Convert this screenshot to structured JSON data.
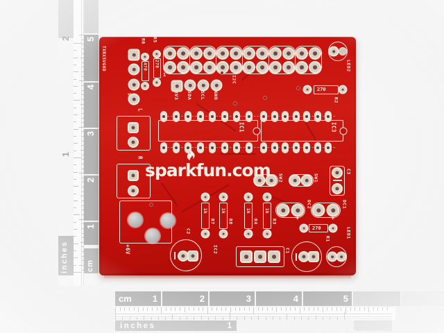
{
  "photo": {
    "subject": "Red SparkFun printed circuit board photographed on white with inch and centimeter rulers"
  },
  "pcb": {
    "brand": "sparkfun.com",
    "labels": {
      "serial_pins": "TXRX5VGND",
      "ser": "Ser",
      "pin1": "1",
      "r6_ref": "R6",
      "r6_val": "470",
      "r5_ref": "R5",
      "r5_val": "270",
      "i2c": "I2C",
      "i2c_pins": [
        "3V3",
        "SDA",
        "SCL",
        "GND"
      ],
      "ic1": "IC1",
      "ic3": "IC3",
      "r2_ref": "R2",
      "r2_val": "270",
      "led2": "LED2",
      "led1": "LED1",
      "motor_l": "L",
      "motor_r": "R",
      "power": "+6V",
      "c2": "C2",
      "ic2": "IC2",
      "c1": "C1",
      "c3": "C3",
      "sw2": "SW2",
      "sw1": "SW1",
      "dc2": "DC2",
      "dc1": "DC1",
      "plus": "+",
      "r7_ref": "R7",
      "r7_val": "1k",
      "r8_ref": "R8",
      "r8_val": "1k",
      "r4_ref": "R4",
      "r4_val": "1k",
      "r3_ref": "R3",
      "r3_val": "1k",
      "r1_ref": "R1",
      "r1_val": "270"
    }
  },
  "rulers": {
    "left": {
      "inch_unit": "inches",
      "cm_unit": "cm",
      "inch_marks": [
        "1",
        "2"
      ],
      "cm_marks": [
        "1",
        "2",
        "3",
        "4",
        "5"
      ]
    },
    "bottom": {
      "cm_unit": "cm",
      "cm_marks": [
        "1",
        "2",
        "3",
        "4",
        "5"
      ],
      "inch_unit": "inches",
      "inch_marks": [
        "1"
      ]
    }
  },
  "colors": {
    "board_red": "#c8120d",
    "silkscreen": "#f3ecdf",
    "pad_beige": "#d9cfc2",
    "ruler_gray": "#b4b4b4"
  }
}
